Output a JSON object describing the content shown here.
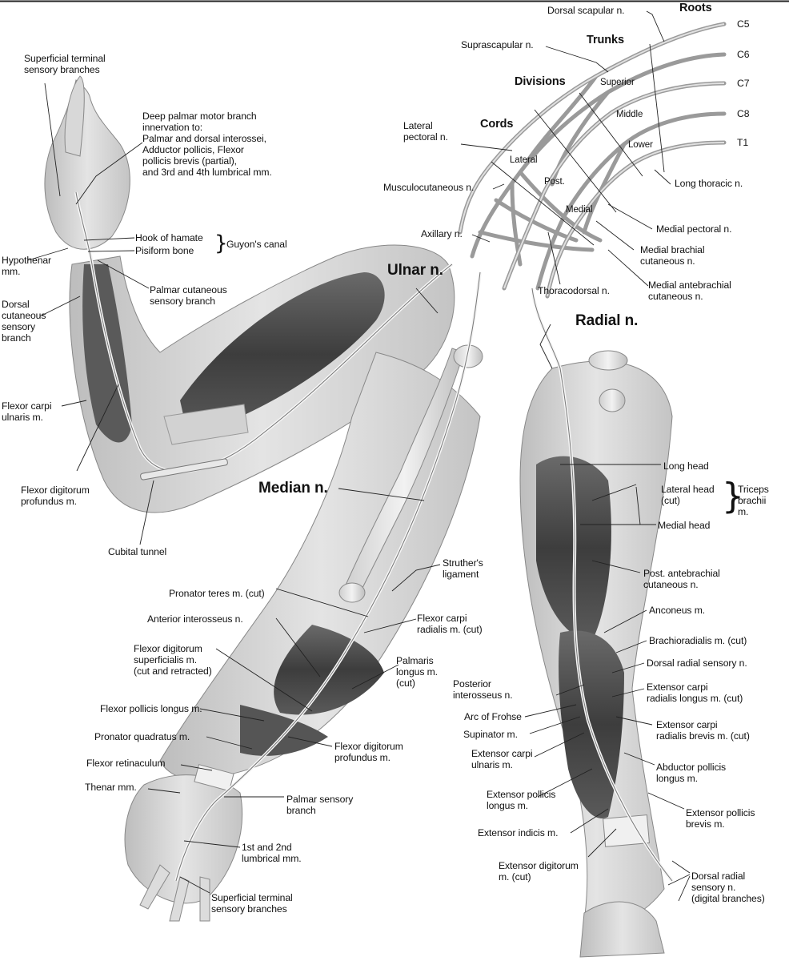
{
  "plexus": {
    "headers": {
      "roots": "Roots",
      "trunks": "Trunks",
      "divisions": "Divisions",
      "cords": "Cords"
    },
    "roots": [
      "C5",
      "C6",
      "C7",
      "C8",
      "T1"
    ],
    "trunks": {
      "superior": "Superior",
      "middle": "Middle",
      "lower": "Lower"
    },
    "cords": {
      "lateral": "Lateral",
      "post": "Post.",
      "medial": "Medial"
    },
    "nerves": {
      "dorsal_scapular": "Dorsal scapular n.",
      "suprascapular": "Suprascapular n.",
      "lateral_pectoral": "Lateral\npectoral n.",
      "musculocutaneous": "Musculocutaneous n.",
      "axillary": "Axillary n.",
      "long_thoracic": "Long thoracic n.",
      "medial_pectoral": "Medial pectoral n.",
      "medial_brachial": "Medial brachial\ncutaneous n.",
      "medial_antebrachial": "Medial antebrachial\ncutaneous n.",
      "thoracodorsal": "Thoracodorsal n."
    }
  },
  "ulnar": {
    "title": "Ulnar n.",
    "labels": {
      "superficial_terminal": "Superficial terminal\nsensory branches",
      "deep_palmar": "Deep palmar motor branch\ninnervation to:\nPalmar and dorsal interossei,\nAdductor pollicis, Flexor\npollicis brevis (partial),\nand 3rd and 4th lumbrical mm.",
      "hook_hamate": "Hook of hamate",
      "pisiform": "Pisiform bone",
      "guyon": "Guyon's canal",
      "hypothenar": "Hypothenar\nmm.",
      "palmar_cutaneous": "Palmar cutaneous\nsensory branch",
      "dorsal_cutaneous": "Dorsal\ncutaneous\nsensory\nbranch",
      "fcu": "Flexor carpi\nulnaris m.",
      "fdp": "Flexor digitorum\nprofundus m.",
      "cubital": "Cubital tunnel"
    }
  },
  "median": {
    "title": "Median n.",
    "labels": {
      "struther": "Struther's\nligament",
      "pronator_teres": "Pronator teres m. (cut)",
      "anterior_interosseus": "Anterior interosseus n.",
      "fcr": "Flexor carpi\nradialis m. (cut)",
      "fds": "Flexor digitorum\nsuperficialis m.\n(cut and retracted)",
      "palmaris": "Palmaris\nlongus m.\n(cut)",
      "fpl": "Flexor pollicis longus m.",
      "pronator_quadratus": "Pronator quadratus m.",
      "fdp": "Flexor digitorum\nprofundus m.",
      "retinaculum": "Flexor retinaculum",
      "thenar": "Thenar mm.",
      "palmar_sensory": "Palmar sensory\nbranch",
      "lumbrical": "1st and 2nd\nlumbrical mm.",
      "superficial_terminal": "Superficial terminal\nsensory branches"
    }
  },
  "radial": {
    "title": "Radial n.",
    "labels": {
      "long_head": "Long head",
      "lateral_head": "Lateral head\n(cut)",
      "medial_head": "Medial head",
      "triceps": "Triceps\nbrachii\nm.",
      "post_antebrachial": "Post. antebrachial\ncutaneous n.",
      "anconeus": "Anconeus m.",
      "brachioradialis": "Brachioradialis m. (cut)",
      "dorsal_radial_sensory": "Dorsal radial sensory n.",
      "posterior_interosseus": "Posterior\ninterosseus n.",
      "ecrl": "Extensor carpi\nradialis longus m. (cut)",
      "arc_frohse": "Arc of Frohse",
      "supinator": "Supinator m.",
      "ecrb": "Extensor carpi\nradialis brevis m. (cut)",
      "ecu": "Extensor carpi\nulnaris m.",
      "apl": "Abductor pollicis\nlongus m.",
      "epl": "Extensor pollicis\nlongus m.",
      "epb": "Extensor pollicis\nbrevis m.",
      "eip": "Extensor indicis m.",
      "edc": "Extensor digitorum\nm. (cut)",
      "digital": "Dorsal radial\nsensory n.\n(digital branches)"
    }
  }
}
